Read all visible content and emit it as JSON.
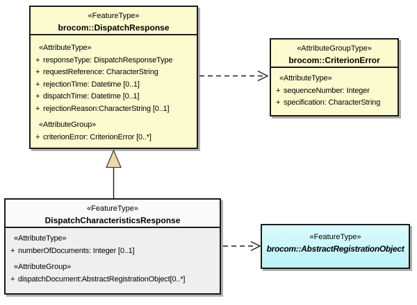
{
  "colors": {
    "class_fill": "#FBFBCF",
    "neutral_fill": "#EFEFEF",
    "abstract_fill_a": "#D9FCFE",
    "abstract_fill_b": "#BDF2F8",
    "border_color": "#1a1a1a",
    "shadow_color": "#b0b0b0",
    "triangle_fill": "#EFD9A9"
  },
  "diagram": {
    "nodes": [
      {
        "stereotype": "«FeatureType»",
        "name": "brocom::DispatchResponse",
        "sections": [
          {
            "label": "«AttributeType»",
            "attrs": [
              {
                "vis": "+",
                "text": "responseType: DispatchResponseType"
              },
              {
                "vis": "+",
                "text": "requestReference: CharacterString"
              },
              {
                "vis": "+",
                "text": "rejectionTime: Datetime [0..1]"
              },
              {
                "vis": "+",
                "text": "dispatchTime: Datetime [0..1]"
              },
              {
                "vis": "+",
                "text": "rejectionReason:CharacterString [0..1]"
              }
            ]
          },
          {
            "label": "«AttributeGroup»",
            "attrs": [
              {
                "vis": "+",
                "text": "criterionError: CriterionError [0..*]"
              }
            ]
          }
        ]
      },
      {
        "stereotype": "«AttributeGroupType»",
        "name": "brocom::CriterionError",
        "sections": [
          {
            "label": "«AttributeType»",
            "attrs": [
              {
                "vis": "+",
                "text": "sequenceNumber: Integer"
              },
              {
                "vis": "+",
                "text": "specification: CharacterString"
              }
            ]
          }
        ]
      },
      {
        "stereotype": "«FeatureType»",
        "name": "DispatchCharacteristicsResponse",
        "sections": [
          {
            "label": "«AttributeType»",
            "attrs": [
              {
                "vis": "+",
                "text": "numberOfDocuments: Integer [0..1]"
              }
            ]
          },
          {
            "label": "«AttributeGroup»",
            "attrs": [
              {
                "vis": "+",
                "text": "dispatchDocument:AbstractRegistrationObject[0..*]"
              }
            ]
          }
        ]
      },
      {
        "stereotype": "«FeatureType»",
        "name": "brocom::AbstractRegistrationObject"
      }
    ]
  }
}
